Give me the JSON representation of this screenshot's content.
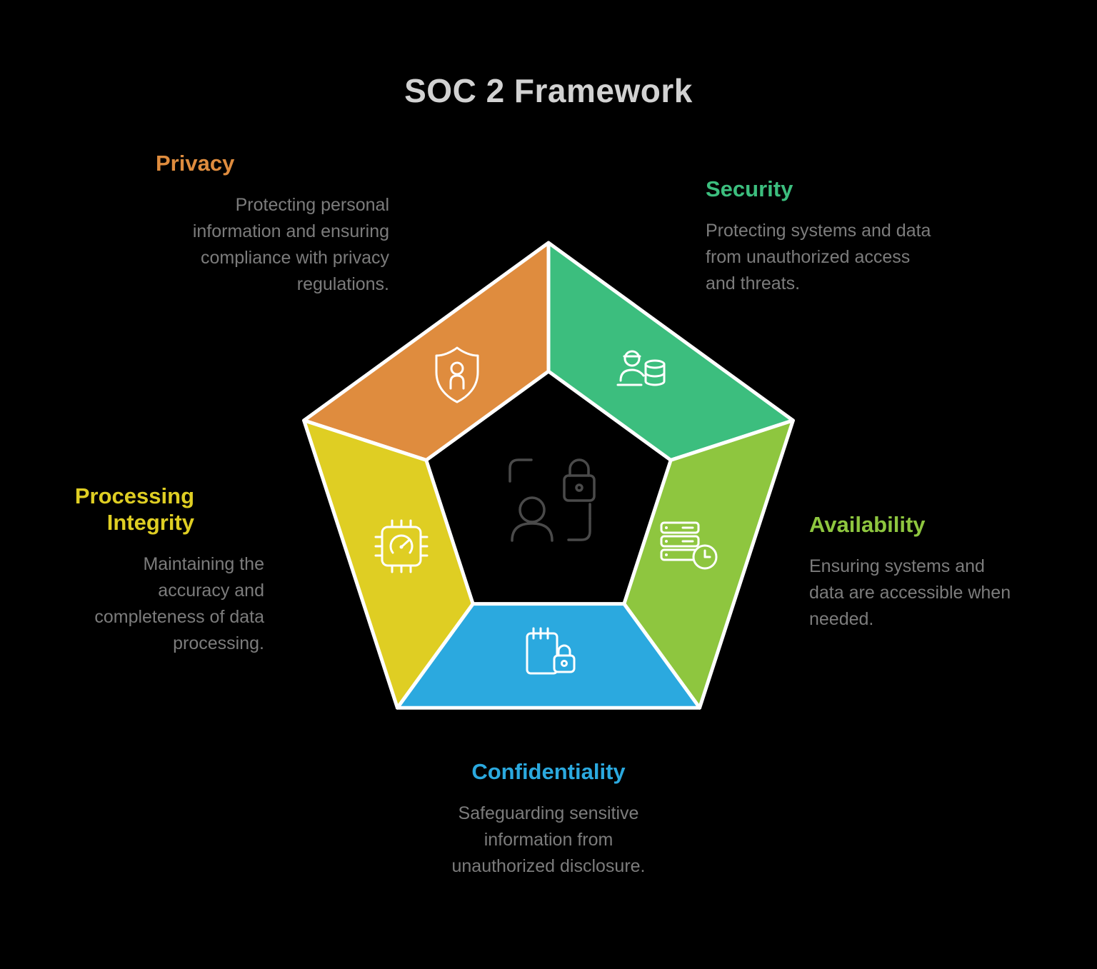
{
  "title": "SOC 2 Framework",
  "colors": {
    "background": "#000000",
    "title": "#d2d2d2",
    "body_text": "#7c7c7c",
    "icon_stroke": "#ffffff",
    "center_icon_stroke": "#4a4a4a"
  },
  "pentagon": {
    "center_icon": "identity-scan-lock-icon",
    "segments": [
      {
        "label": "Privacy",
        "color": "#DF8C3E",
        "description": "Protecting personal information and ensuring compliance with privacy regulations.",
        "icon": "shield-user-icon"
      },
      {
        "label": "Security",
        "color": "#3CBE7E",
        "description": "Protecting systems and data from unauthorized access and threats.",
        "icon": "hacker-database-icon"
      },
      {
        "label": "Availability",
        "color": "#8EC63F",
        "description": "Ensuring systems and data are accessible when needed.",
        "icon": "server-clock-icon"
      },
      {
        "label": "Confidentiality",
        "color": "#2BA9DF",
        "description": "Safeguarding sensitive information from unauthorized disclosure.",
        "icon": "notepad-lock-icon"
      },
      {
        "label": "Processing Integrity",
        "color": "#DFCE23",
        "description": "Maintaining the accuracy and completeness of data processing.",
        "icon": "chip-gauge-icon"
      }
    ]
  }
}
